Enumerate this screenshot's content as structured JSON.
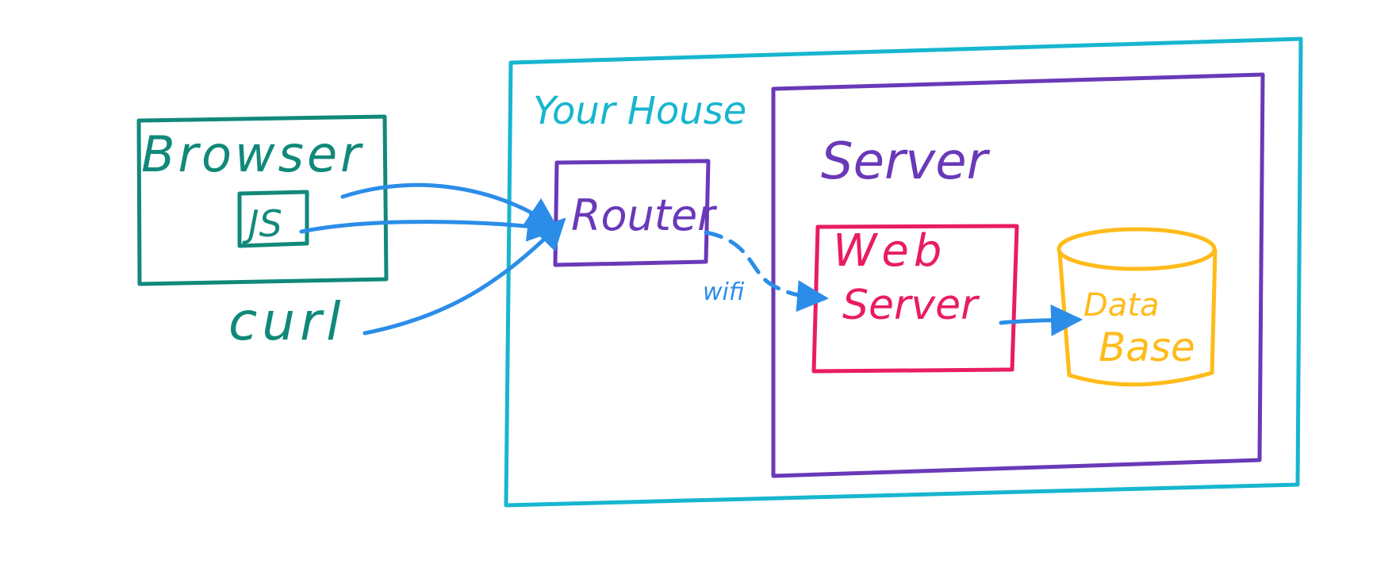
{
  "colors": {
    "teal": "#11897a",
    "cyan": "#17b6cf",
    "purple": "#6939b9",
    "pink": "#e91c63",
    "amber": "#ffbb1a",
    "blue": "#2b8de8"
  },
  "clients": {
    "browser_label": "Browser",
    "js_label": "JS",
    "curl_label": "curl"
  },
  "house": {
    "label": "Your House",
    "router_label": "Router",
    "wifi_label": "wifi",
    "server": {
      "label": "Server",
      "web_server_line1": "Web",
      "web_server_line2": "Server",
      "database_line1": "Data",
      "database_line2": "Base"
    }
  }
}
